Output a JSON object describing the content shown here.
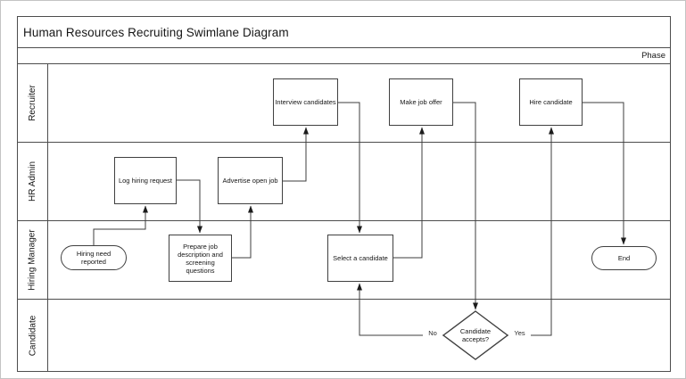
{
  "header": {
    "title": "Human Resources Recruiting Swimlane Diagram",
    "phase_label": "Phase"
  },
  "lanes": [
    {
      "label": "Recruiter"
    },
    {
      "label": "HR Admin"
    },
    {
      "label": "Hiring Manager"
    },
    {
      "label": "Candidate"
    }
  ],
  "shapes": {
    "hiring_need": {
      "label": "Hiring need reported",
      "type": "start-terminator",
      "lane": "Hiring Manager"
    },
    "log_hiring": {
      "label": "Log hiring request",
      "type": "process",
      "lane": "HR Admin"
    },
    "prepare_job": {
      "label": "Prepare job description and screening questions",
      "type": "process",
      "lane": "Hiring Manager"
    },
    "advertise": {
      "label": "Advertise open job",
      "type": "process",
      "lane": "HR Admin"
    },
    "interview": {
      "label": "Interview candidates",
      "type": "process",
      "lane": "Recruiter"
    },
    "select_candidate": {
      "label": "Select a candidate",
      "type": "process",
      "lane": "Hiring Manager"
    },
    "make_offer": {
      "label": "Make job offer",
      "type": "process",
      "lane": "Recruiter"
    },
    "decision": {
      "label": "Candidate accepts?",
      "type": "decision",
      "lane": "Candidate",
      "no_label": "No",
      "yes_label": "Yes"
    },
    "hire": {
      "label": "Hire candidate",
      "type": "process",
      "lane": "Recruiter"
    },
    "end": {
      "label": "End",
      "type": "end-terminator",
      "lane": "Hiring Manager"
    }
  },
  "colors": {
    "background": "#ffffff",
    "line": "#3d3d3d",
    "shape_border": "#404040",
    "frame_border": "#4d4d4d",
    "text": "#161616"
  }
}
